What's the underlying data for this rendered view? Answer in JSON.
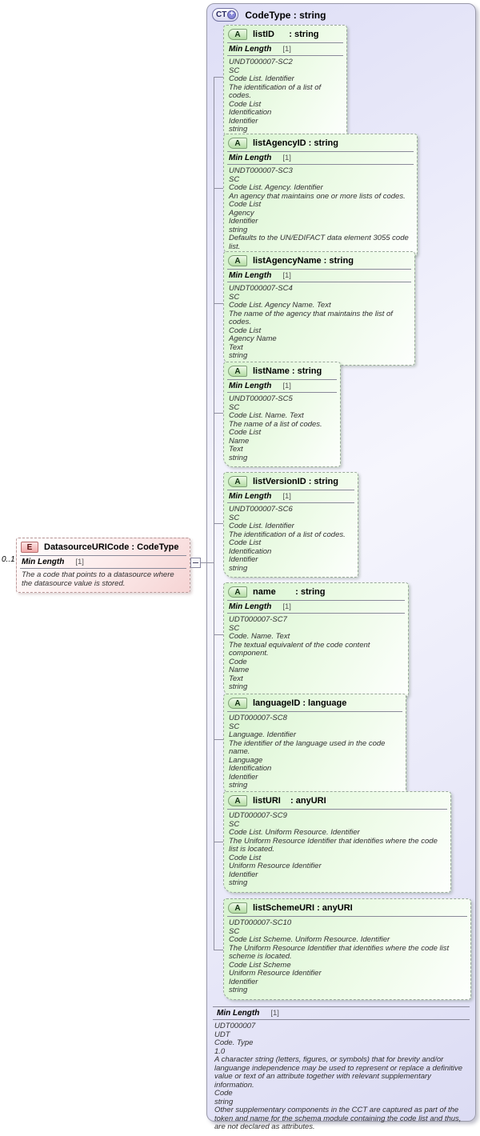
{
  "diagram": {
    "complex_type": {
      "icon_label": "CT",
      "expand_glyph": "+",
      "title": "CodeType : string",
      "facet": {
        "name": "Min Length",
        "value": "[1]"
      },
      "doc": [
        "UDT000007",
        "UDT",
        "Code. Type",
        "1.0",
        "A character string (letters, figures, or symbols) that for brevity and/or languange independence may be used to represent or replace a definitive value or text of an attribute together with relevant supplementary information.",
        "Code",
        "string",
        "Other supplementary components in the CCT are captured as part of the token and name for the schema module containing the code list and thus, are not declared as attributes."
      ]
    },
    "element": {
      "icon_label": "E",
      "cardinality": "0..1",
      "title": "DatasourceURICode : CodeType",
      "facet": {
        "name": "Min Length",
        "value": "[1]"
      },
      "doc": [
        "The a code that points to a datasource where the datasource value is stored."
      ]
    },
    "attributes": [
      {
        "icon_label": "A",
        "title": "listID      : string",
        "facet": {
          "name": "Min Length",
          "value": "[1]"
        },
        "doc": [
          "UNDT000007-SC2",
          "SC",
          "Code List. Identifier",
          "The identification of a list of codes.",
          "Code List",
          "Identification",
          "Identifier",
          "string"
        ]
      },
      {
        "icon_label": "A",
        "title": "listAgencyID : string",
        "facet": {
          "name": "Min Length",
          "value": "[1]"
        },
        "doc": [
          "UNDT000007-SC3",
          "SC",
          "Code List. Agency. Identifier",
          "An agency that maintains one or more lists of codes.",
          "Code List",
          "Agency",
          "Identifier",
          "string",
          "Defaults to the UN/EDIFACT data element 3055 code list."
        ]
      },
      {
        "icon_label": "A",
        "title": "listAgencyName : string",
        "facet": {
          "name": "Min Length",
          "value": "[1]"
        },
        "doc": [
          "UNDT000007-SC4",
          "SC",
          "Code List. Agency Name. Text",
          "The name of the agency that maintains the list of codes.",
          "Code List",
          "Agency Name",
          "Text",
          "string"
        ]
      },
      {
        "icon_label": "A",
        "title": "listName : string",
        "facet": {
          "name": "Min Length",
          "value": "[1]"
        },
        "doc": [
          "UNDT000007-SC5",
          "SC",
          "Code List. Name. Text",
          "The name of a list of codes.",
          "Code List",
          "Name",
          "Text",
          "string"
        ]
      },
      {
        "icon_label": "A",
        "title": "listVersionID : string",
        "facet": {
          "name": "Min Length",
          "value": "[1]"
        },
        "doc": [
          "UNDT000007-SC6",
          "SC",
          "Code List. Identifier",
          "The identification of a list of codes.",
          "Code List",
          "Identification",
          "Identifier",
          "string"
        ]
      },
      {
        "icon_label": "A",
        "title": "name        : string",
        "facet": {
          "name": "Min Length",
          "value": "[1]"
        },
        "doc": [
          "UDT000007-SC7",
          "SC",
          "Code. Name. Text",
          "The textual equivalent of the code content component.",
          "Code",
          "Name",
          "Text",
          "string"
        ]
      },
      {
        "icon_label": "A",
        "title": "languageID : language",
        "doc": [
          "UDT000007-SC8",
          "SC",
          "Language. Identifier",
          "The identifier of the language used in the code name.",
          "Language",
          "Identification",
          "Identifier",
          "string"
        ]
      },
      {
        "icon_label": "A",
        "title": "listURI    : anyURI",
        "doc": [
          "UDT000007-SC9",
          "SC",
          "Code List. Uniform Resource. Identifier",
          "The Uniform Resource Identifier that identifies where the code list is located.",
          "Code List",
          "Uniform Resource Identifier",
          "Identifier",
          "string"
        ]
      },
      {
        "icon_label": "A",
        "title": "listSchemeURI : anyURI",
        "doc": [
          "UDT000007-SC10",
          "SC",
          "Code List Scheme. Uniform Resource. Identifier",
          "The Uniform Resource Identifier that identifies where the code list scheme is located.",
          "Code List Scheme",
          "Uniform Resource Identifier",
          "Identifier",
          "string"
        ]
      }
    ],
    "colors": {
      "container_fill": "#dedef6",
      "attribute_fill": "#d8f4d0",
      "element_fill": "#f6d4d4",
      "connector_line": "#9090a0",
      "expand_icon_fill": "#8888d8"
    }
  }
}
